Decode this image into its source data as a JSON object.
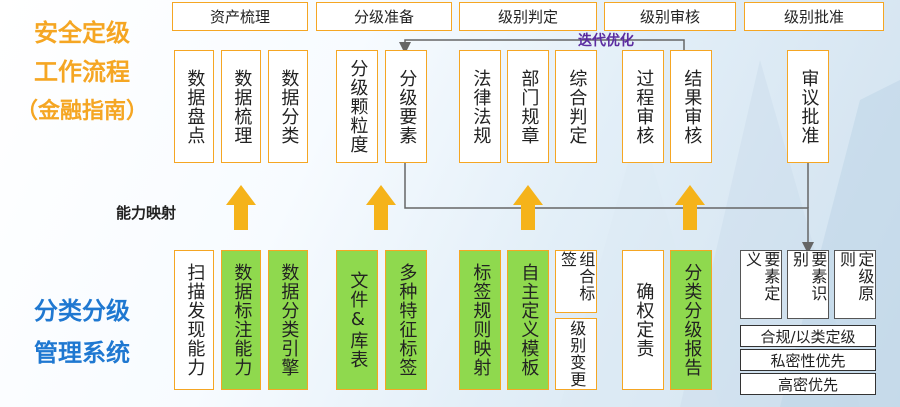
{
  "title": {
    "line1": "安全定级",
    "line2": "工作流程",
    "line3": "（金融指南）"
  },
  "bottom_title": {
    "line1": "分类分级",
    "line2": "管理系统"
  },
  "phases": [
    "资产梳理",
    "分级准备",
    "级别判定",
    "级别审核",
    "级别批准"
  ],
  "workflow_steps": [
    "数据盘点",
    "数据梳理",
    "数据分类",
    "分级颗粒度",
    "分级要素",
    "法律法规",
    "部门规章",
    "综合判定",
    "过程审核",
    "结果审核",
    "审议批准"
  ],
  "iteration_label": "迭代优化",
  "capability_label": "能力映射",
  "system_features": [
    "扫描发现能力",
    "数据标注能力",
    "数据分类引擎",
    "文件&库表",
    "多种特征标签",
    "标签规则映射",
    "自主定义模板",
    "组合标签",
    "级别变更",
    "确权定责",
    "分类分级报告",
    "要素定义",
    "要素识别",
    "定级原则"
  ],
  "rules": [
    "合规/以类定级",
    "私密性优先",
    "高密优先"
  ],
  "colors": {
    "accent": "#f5a623",
    "green": "#8fd94e",
    "blue": "#1f78d1",
    "purple": "#5b2ca0"
  }
}
